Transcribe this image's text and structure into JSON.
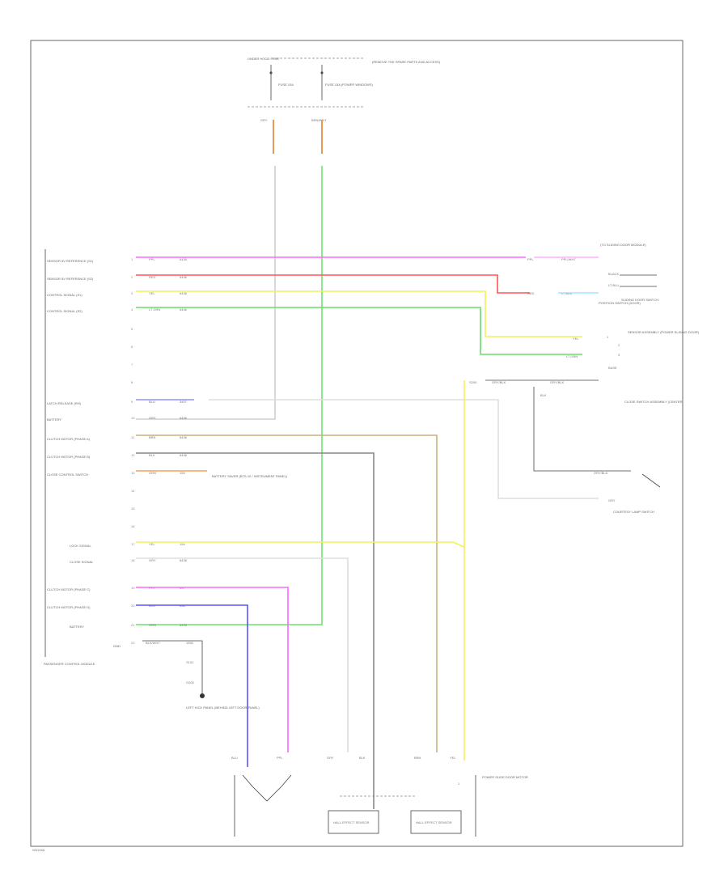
{
  "footer_code": "W5106A",
  "top": {
    "fuse_box_label": "UNDER HOOD FUSE",
    "fuse_note": "(REMOVE THE SPARE PARTS AND ACCESS)",
    "fuse1_label": "FUSE 10A",
    "fuse2_label": "FUSE 15A (POWER WINDOWS)",
    "wire1_color": "GRY",
    "wire2_color": "BRN/WHT"
  },
  "module": {
    "name": "PASSENGER CONTROL MODULE",
    "pins": [
      {
        "no": "1",
        "label": "SENSOR 5V REFERENCE (S1)",
        "color": "PPL",
        "circuit": "6436"
      },
      {
        "no": "2",
        "label": "SENSOR 5V REFERENCE (S2)",
        "color": "RED",
        "circuit": "6436"
      },
      {
        "no": "3",
        "label": "CONTROL SIGNAL (S1)",
        "color": "YEL",
        "circuit": "6436"
      },
      {
        "no": "4",
        "label": "CONTROL SIGNAL (S2)",
        "color": "LT GRN",
        "circuit": "6436"
      },
      {
        "no": "5",
        "label": "",
        "color": "",
        "circuit": ""
      },
      {
        "no": "6",
        "label": "",
        "color": "",
        "circuit": ""
      },
      {
        "no": "7",
        "label": "",
        "color": "",
        "circuit": ""
      },
      {
        "no": "8",
        "label": "",
        "color": "",
        "circuit": ""
      },
      {
        "no": "9",
        "label": "LATCH RELEASE (RH)",
        "color": "BLU",
        "circuit": "3407"
      },
      {
        "no": "10",
        "label": "BATTERY",
        "color": "GRY",
        "circuit": "6436"
      },
      {
        "no": "11",
        "label": "CLUTCH MOTOR (PHASE A)",
        "color": "BRN",
        "circuit": "6436"
      },
      {
        "no": "12",
        "label": "CLUTCH MOTOR (PHASE B)",
        "color": "BLK",
        "circuit": "6436"
      },
      {
        "no": "13",
        "label": "CLOSE CONTROL SWITCH",
        "color": "ORN",
        "circuit": "154"
      },
      {
        "no": "14",
        "label": "",
        "color": "",
        "circuit": ""
      },
      {
        "no": "15",
        "label": "",
        "color": "",
        "circuit": ""
      },
      {
        "no": "16",
        "label": "",
        "color": "",
        "circuit": ""
      },
      {
        "no": "17",
        "label": "LOCK SIGNAL",
        "color": "YEL",
        "circuit": "154"
      },
      {
        "no": "18",
        "label": "CLOSE SIGNAL",
        "color": "GRY",
        "circuit": "6436"
      },
      {
        "no": "19",
        "label": "CLUTCH MOTOR (PHASE C)",
        "color": "PPL",
        "circuit": "637"
      },
      {
        "no": "20",
        "label": "CLUTCH MOTOR (PHASE D)",
        "color": "BLU",
        "circuit": "636"
      },
      {
        "no": "21",
        "label": "BATTERY",
        "color": "GRN",
        "circuit": "6436"
      },
      {
        "no": "22",
        "label": "GND",
        "color": "BLK/WHT",
        "circuit": "1550"
      }
    ]
  },
  "right": {
    "connector_note": "(TO SLIDING DOOR MODULE)",
    "conn_ppl": "PPL",
    "conn_ppl_circuit": "PPL/WHT",
    "red_label": "RED",
    "ltgrn_label": "LT BLU",
    "slide_door_label": "SLIDING DOOR SWITCH",
    "black_label": "BLACK",
    "ltblu_note": "LT BLU",
    "position_switch": "POSITION SWITCH (DOOR)",
    "sensor_assembly": "SENSOR ASSEMBLY (POWER SLIDING DOOR)",
    "yel_label": "YEL",
    "ltgrn2_label": "LT GRN",
    "sensor_pin1": "1",
    "sensor_pin2": "2",
    "sensor_pin3": "3",
    "sensor_bottom": "BASE",
    "grn_blk1": "GRY/BLK",
    "grn_blk2": "GRY/BLK",
    "blk_wire": "BLK",
    "close_switch_assy": "CLOSE SWITCH ASSEMBLY (CENTER)",
    "grn_blk3": "GRY/BLK",
    "gry_small": "GRY",
    "courtesy_switch": "COURTESY LAMP SWITCH",
    "yel_splice_note": "S200"
  },
  "left_notes": {
    "battery_note": "BATTERY SAVER (BTS-10 / INSTRUMENT PANEL)",
    "ground_note": "G200",
    "splice_note": "S101",
    "ground_desc": "LEFT KICK PANEL (BEHIND LEFT DOOR PANEL)"
  },
  "bottom": {
    "blu": "BLU",
    "ppl": "PPL",
    "gry": "GRY",
    "blk": "BLK",
    "brn": "BRN",
    "yel": "YEL",
    "sensor1": "HALL EFFECT SENSOR",
    "sensor2": "HALL EFFECT SENSOR",
    "motor_label": "POWER SLIDE DOOR MOTOR",
    "sensor_pin": "1"
  }
}
